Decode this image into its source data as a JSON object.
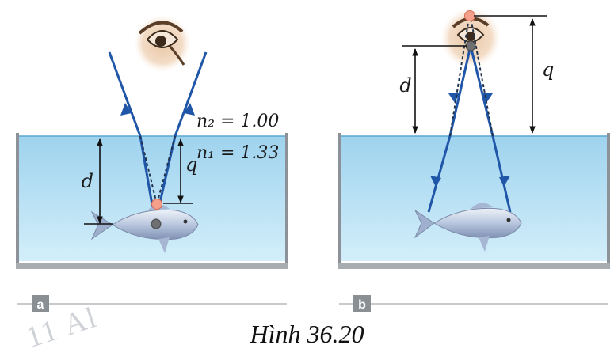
{
  "panel_a": {
    "tag": "a",
    "n2": "n₂ = 1.00",
    "n1": "n₁ = 1.33",
    "d": "d",
    "q": "q"
  },
  "panel_b": {
    "tag": "b",
    "d": "d",
    "q": "q"
  },
  "caption": "Hình 36.20",
  "watermark": "11 Al",
  "colors": {
    "water": "#bfe3f5",
    "ray": "#1f56a8",
    "tank": "#9ea3a8",
    "object_point": "#f4a08c",
    "fish": "#b9c6dc"
  }
}
